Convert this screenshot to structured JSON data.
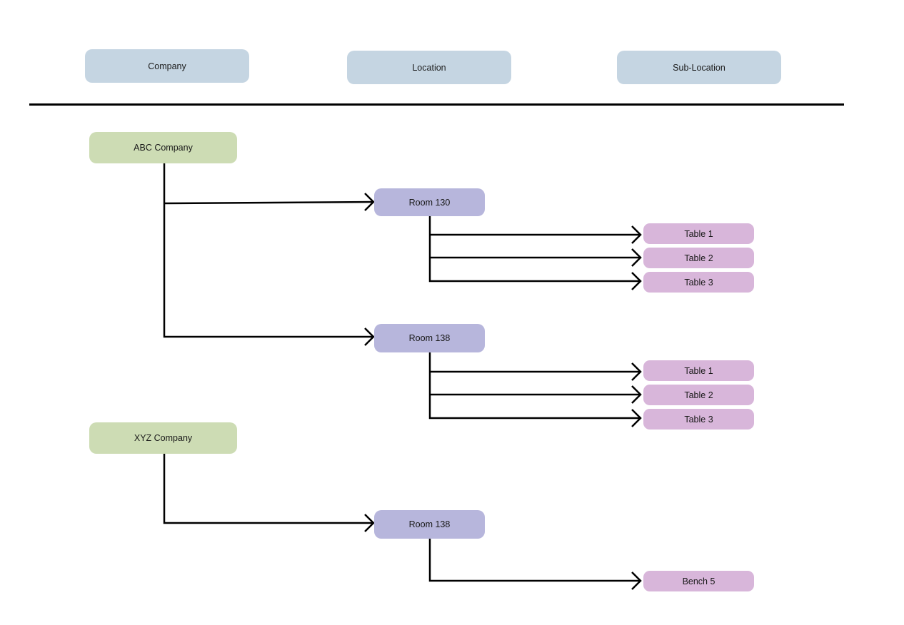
{
  "headers": {
    "company": "Company",
    "location": "Location",
    "sub_location": "Sub-Location"
  },
  "companies": {
    "abc": {
      "label": "ABC Company",
      "locations": {
        "room130": {
          "label": "Room 130",
          "subs": [
            "Table 1",
            "Table 2",
            "Table 3"
          ]
        },
        "room138": {
          "label": "Room 138",
          "subs": [
            "Table 1",
            "Table 2",
            "Table 3"
          ]
        }
      }
    },
    "xyz": {
      "label": "XYZ Company",
      "locations": {
        "room138": {
          "label": "Room 138",
          "subs": [
            "Bench 5"
          ]
        }
      }
    }
  },
  "colors": {
    "header": "#c5d5e2",
    "company": "#cddcb4",
    "location": "#b7b6dc",
    "sub_location": "#d8b6da",
    "line": "#000000"
  }
}
